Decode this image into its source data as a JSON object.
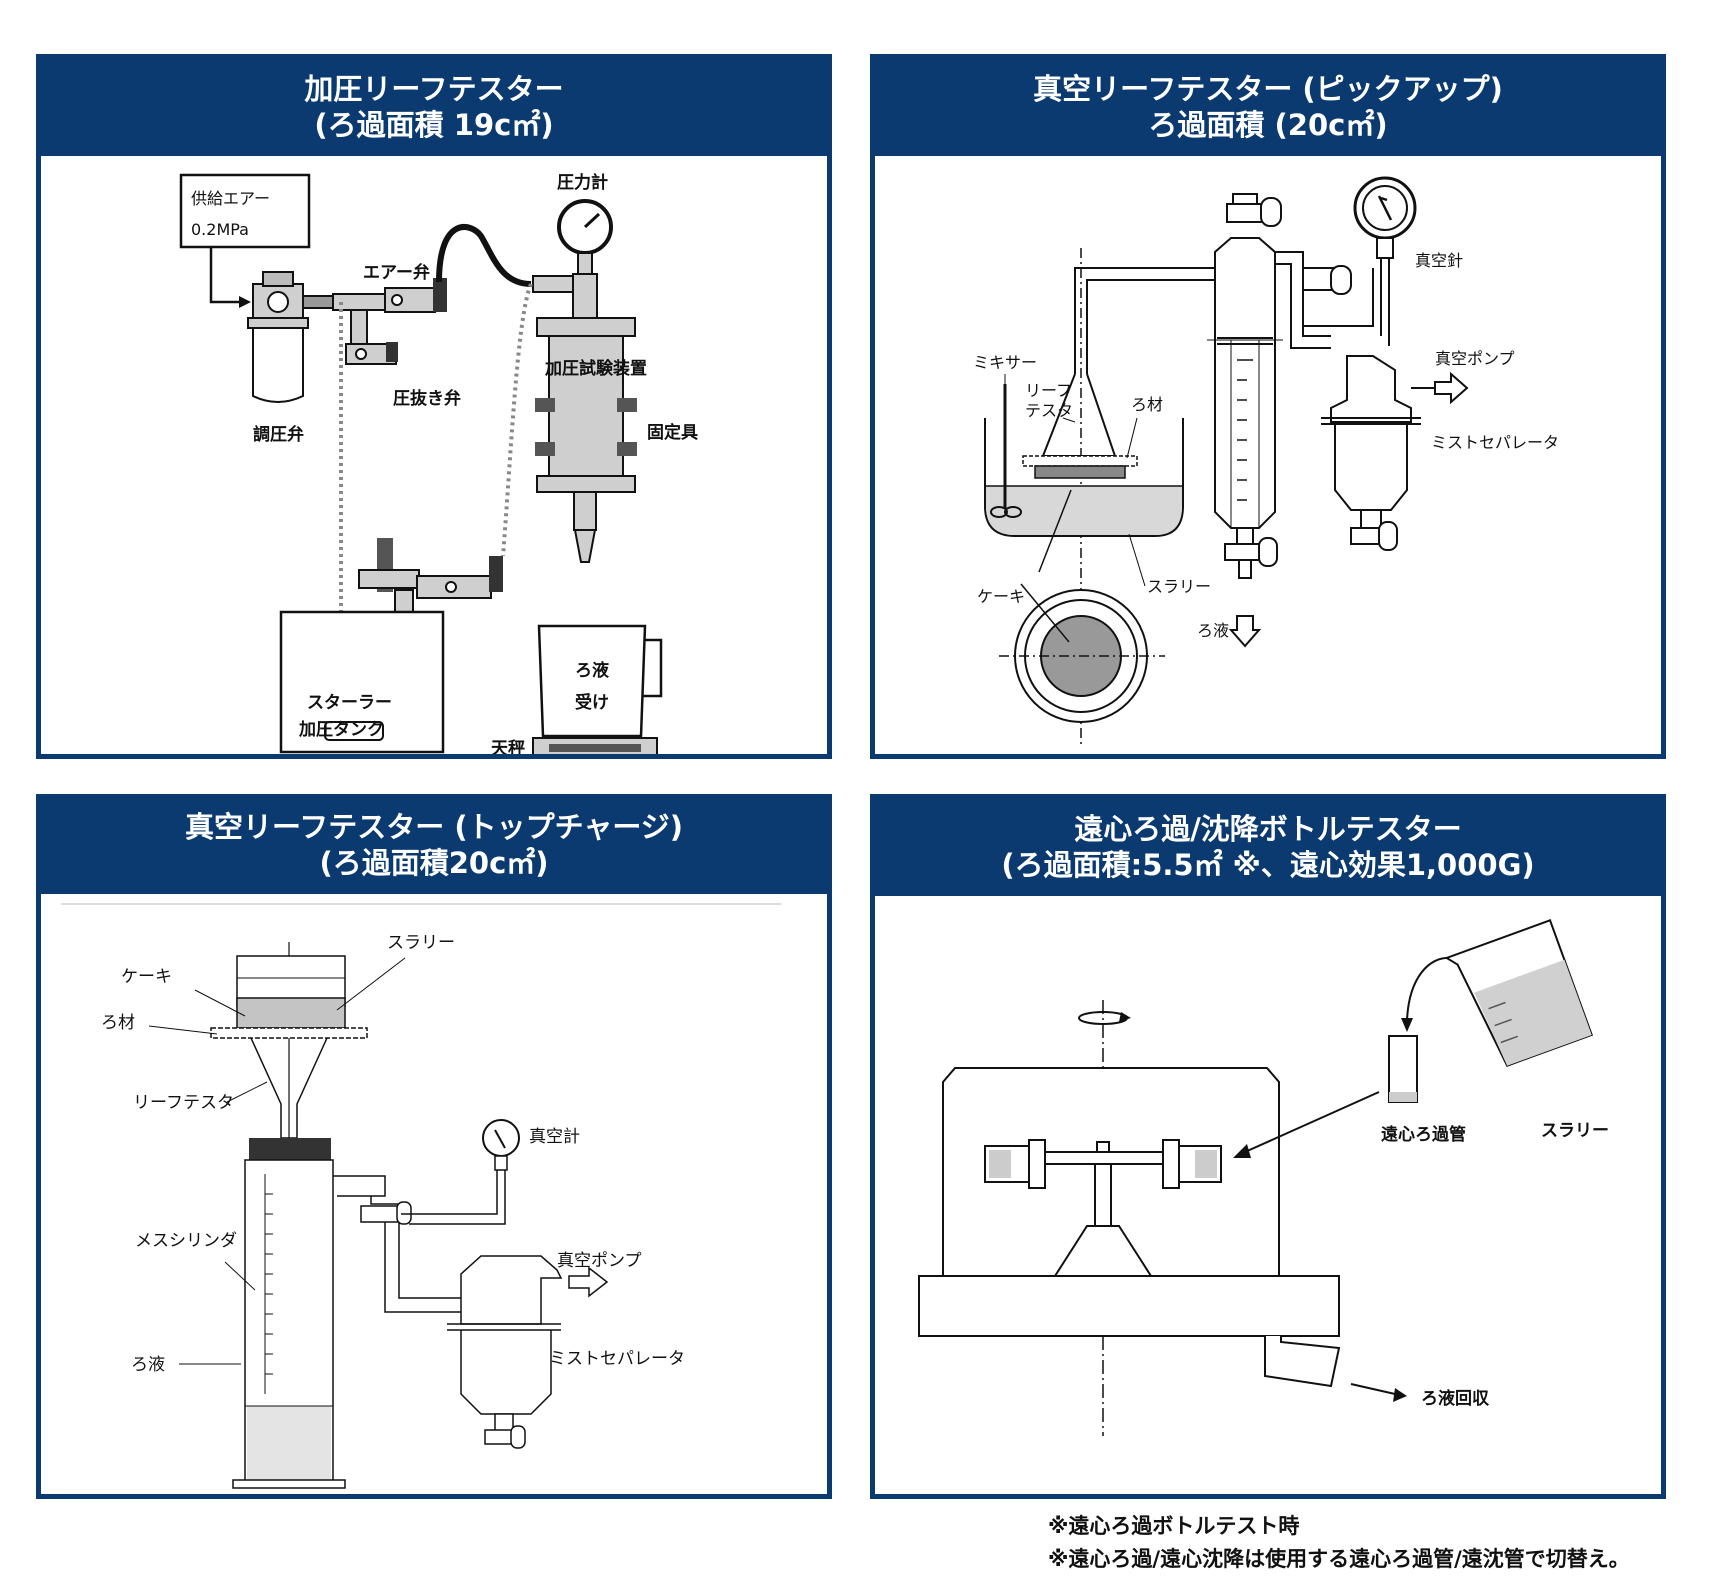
{
  "panels": {
    "pressure": {
      "title_line1": "加圧リーフテスター",
      "title_line2": "(ろ過面積 19c㎡)",
      "labels": {
        "supply_air": "供給エアー",
        "supply_pressure": "0.2MPa",
        "air_valve": "エアー弁",
        "pressure_gauge": "圧力計",
        "regulator": "調圧弁",
        "relief_valve": "圧抜き弁",
        "test_device": "加圧試験装置",
        "fixture": "固定具",
        "stirrer": "スターラー",
        "pressure_tank": "加圧タンク",
        "filtrate_receiver_1": "ろ液",
        "filtrate_receiver_2": "受け",
        "balance": "天秤"
      }
    },
    "vacuum_pickup": {
      "title_line1": "真空リーフテスター (ピックアップ)",
      "title_line2": "ろ過面積 (20c㎡)",
      "labels": {
        "vacuum_gauge": "真空針",
        "mixer": "ミキサー",
        "leaf_tester_1": "リーフ",
        "leaf_tester_2": "テスタ",
        "filter_media": "ろ材",
        "vacuum_pump": "真空ポンプ",
        "mist_separator": "ミストセパレータ",
        "slurry": "スラリー",
        "cake": "ケーキ",
        "filtrate": "ろ液"
      }
    },
    "vacuum_topcharge": {
      "title_line1": "真空リーフテスター (トップチャージ)",
      "title_line2": "(ろ過面積20c㎡)",
      "labels": {
        "slurry": "スラリー",
        "cake": "ケーキ",
        "filter_media": "ろ材",
        "leaf_tester": "リーフテスタ",
        "vacuum_gauge": "真空計",
        "measuring_cylinder": "メスシリンダ",
        "vacuum_pump": "真空ポンプ",
        "filtrate": "ろ液",
        "mist_separator": "ミストセパレータ"
      }
    },
    "centrifuge": {
      "title_line1": "遠心ろ過/沈降ボトルテスター",
      "title_line2": "(ろ過面積:5.5㎡ ※、遠心効果1,000G)",
      "labels": {
        "centrifuge_tube": "遠心ろ過管",
        "slurry": "スラリー",
        "filtrate_recovery": "ろ液回収"
      }
    }
  },
  "footnotes": [
    "※遠心ろ過ボトルテスト時",
    "※遠心ろ過/遠心沈降は使用する遠心ろ過管/遠沈管で切替え。"
  ],
  "colors": {
    "header_bg": "#0b3a70",
    "header_text": "#ffffff",
    "part_fill": "#cfcfcf",
    "dark_part": "#555555"
  }
}
